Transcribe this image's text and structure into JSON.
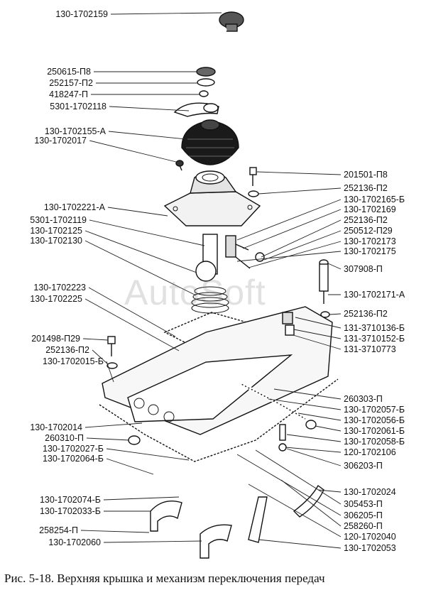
{
  "labels": {
    "l01": "130-1702159",
    "l02": "250615-П8",
    "l03": "252157-П2",
    "l04": "418247-П",
    "l05": "5301-1702118",
    "l06": "130-1702155-А",
    "l07": "130-1702017",
    "l08": "130-1702221-А",
    "l09": "5301-1702119",
    "l10": "130-1702125",
    "l11": "130-1702130",
    "l12": "130-1702223",
    "l13": "130-1702225",
    "l14": "201498-П29",
    "l15": "252136-П2",
    "l16": "130-1702015-Б",
    "l17": "130-1702014",
    "l18": "260310-П",
    "l19": "130-1702027-Б",
    "l20": "130-1702064-Б",
    "l21": "130-1702074-Б",
    "l22": "130-1702033-Б",
    "l23": "258254-П",
    "l24": "130-1702060",
    "r01": "201501-П8",
    "r02": "252136-П2",
    "r03": "130-1702165-Б",
    "r04": "130-1702169",
    "r05": "252136-П2",
    "r06": "250512-П29",
    "r07": "130-1702173",
    "r08": "130-1702175",
    "r09": "307908-П",
    "r10": "130-1702171-А",
    "r11": "252136-П2",
    "r12": "131-3710136-Б",
    "r13": "131-3710152-Б",
    "r14": "131-3710773",
    "r15": "260303-П",
    "r16": "130-1702057-Б",
    "r17": "130-1702056-Б",
    "r18": "130-1702061-Б",
    "r19": "130-1702058-Б",
    "r20": "120-1702106",
    "r21": "306203-П",
    "r22": "130-1702024",
    "r23": "305453-П",
    "r24": "306205-П",
    "r25": "258260-П",
    "r26": "120-1702040",
    "r27": "130-1702053"
  },
  "caption": "Рис. 5-18. Верхняя крышка и механизм переключения передач",
  "watermark": "AutoSoft"
}
